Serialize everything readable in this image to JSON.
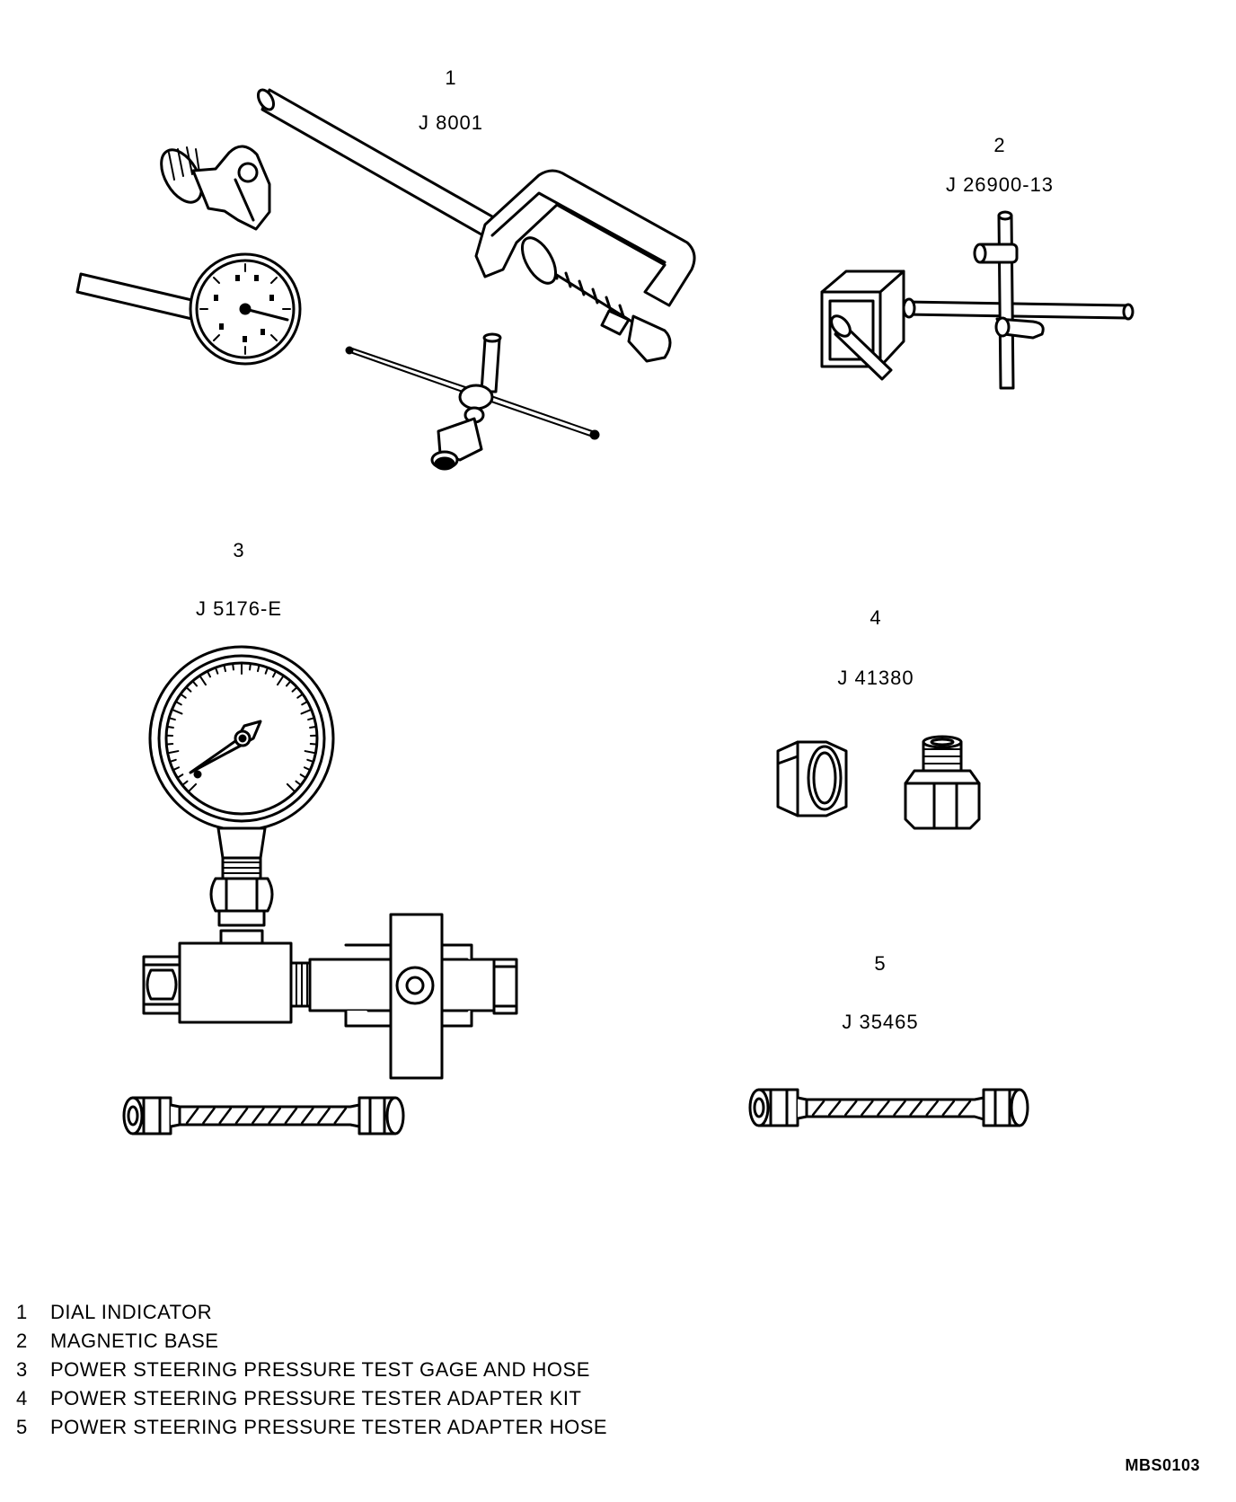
{
  "tools": [
    {
      "number": "1",
      "part": "J 8001"
    },
    {
      "number": "2",
      "part": "J 26900-13"
    },
    {
      "number": "3",
      "part": "J 5176-E"
    },
    {
      "number": "4",
      "part": "J 41380"
    },
    {
      "number": "5",
      "part": "J 35465"
    }
  ],
  "legend": [
    {
      "number": "1",
      "text": "DIAL INDICATOR"
    },
    {
      "number": "2",
      "text": "MAGNETIC BASE"
    },
    {
      "number": "3",
      "text": "POWER STEERING PRESSURE TEST GAGE AND HOSE"
    },
    {
      "number": "4",
      "text": "POWER STEERING PRESSURE TESTER ADAPTER KIT"
    },
    {
      "number": "5",
      "text": "POWER STEERING PRESSURE TESTER ADAPTER HOSE"
    }
  ],
  "figure_code": "MBS0103"
}
